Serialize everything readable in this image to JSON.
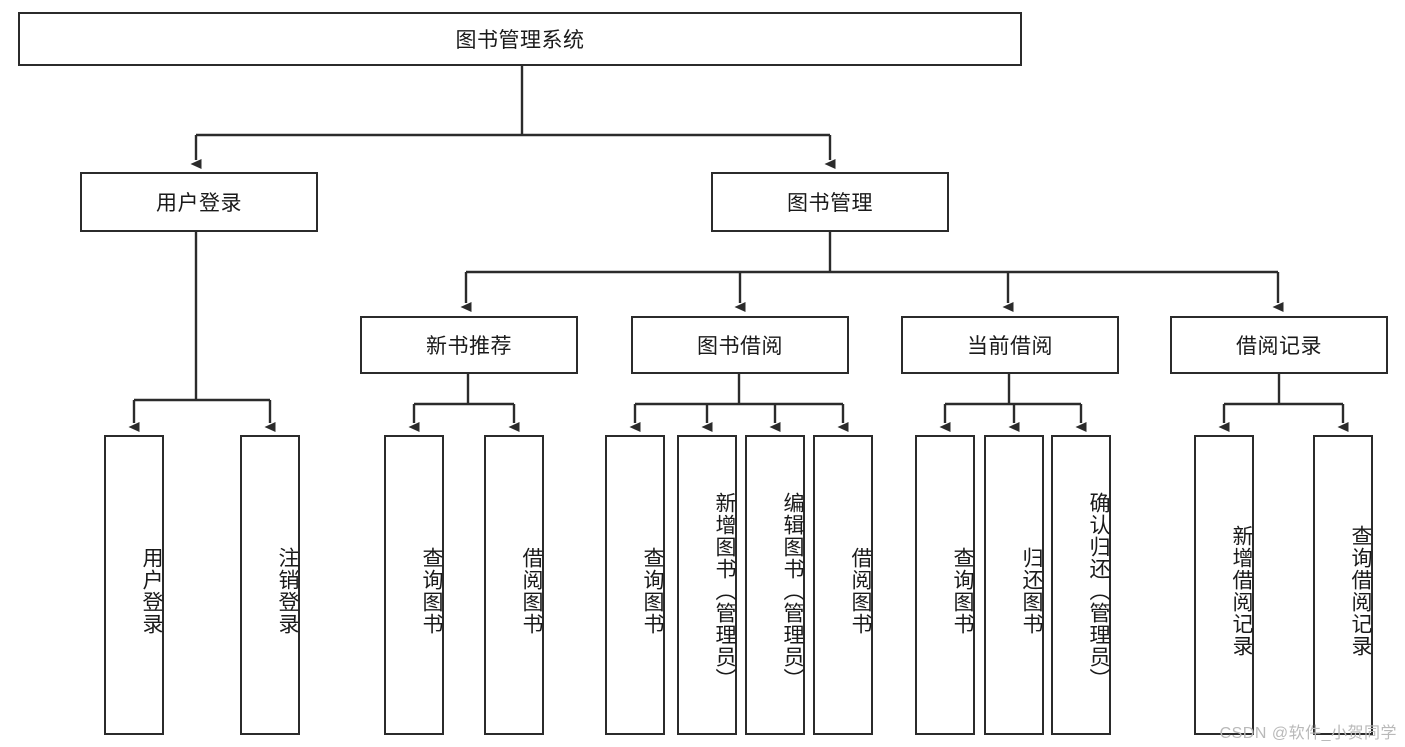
{
  "diagram": {
    "title": "图书管理系统",
    "watermark": "CSDN @软件_小贺同学",
    "level2": {
      "user_login": "用户登录",
      "book_manage": "图书管理"
    },
    "level3": {
      "new_book_rec": "新书推荐",
      "book_borrow": "图书借阅",
      "current_borrow": "当前借阅",
      "borrow_record": "借阅记录"
    },
    "leaves": {
      "user_login_1": "用户登录",
      "user_login_2": "注销登录",
      "new_book_1": "查询图书",
      "new_book_2": "借阅图书",
      "borrow_1": "查询图书",
      "borrow_2": "新增图书（管理员）",
      "borrow_3": "编辑图书（管理员）",
      "borrow_4": "借阅图书",
      "current_1": "查询图书",
      "current_2": "归还图书",
      "current_3": "确认归还（管理员）",
      "record_1": "新增借阅记录",
      "record_2": "查询借阅记录"
    }
  }
}
